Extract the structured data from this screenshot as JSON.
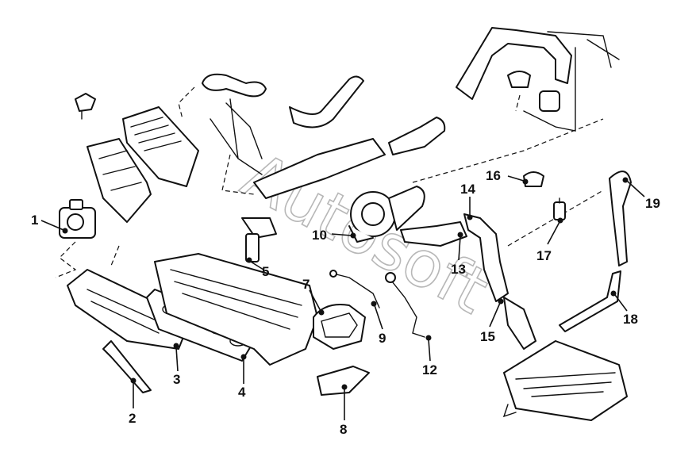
{
  "watermark": "Autosoft",
  "callouts": [
    {
      "id": "callout-1",
      "label": "1"
    },
    {
      "id": "callout-2",
      "label": "2"
    },
    {
      "id": "callout-3",
      "label": "3"
    },
    {
      "id": "callout-4",
      "label": "4"
    },
    {
      "id": "callout-5",
      "label": "5"
    },
    {
      "id": "callout-7",
      "label": "7"
    },
    {
      "id": "callout-8",
      "label": "8"
    },
    {
      "id": "callout-9",
      "label": "9"
    },
    {
      "id": "callout-10",
      "label": "10"
    },
    {
      "id": "callout-12",
      "label": "12"
    },
    {
      "id": "callout-13",
      "label": "13"
    },
    {
      "id": "callout-14",
      "label": "14"
    },
    {
      "id": "callout-15",
      "label": "15"
    },
    {
      "id": "callout-16",
      "label": "16"
    },
    {
      "id": "callout-17",
      "label": "17"
    },
    {
      "id": "callout-18",
      "label": "18"
    },
    {
      "id": "callout-19",
      "label": "19"
    }
  ]
}
